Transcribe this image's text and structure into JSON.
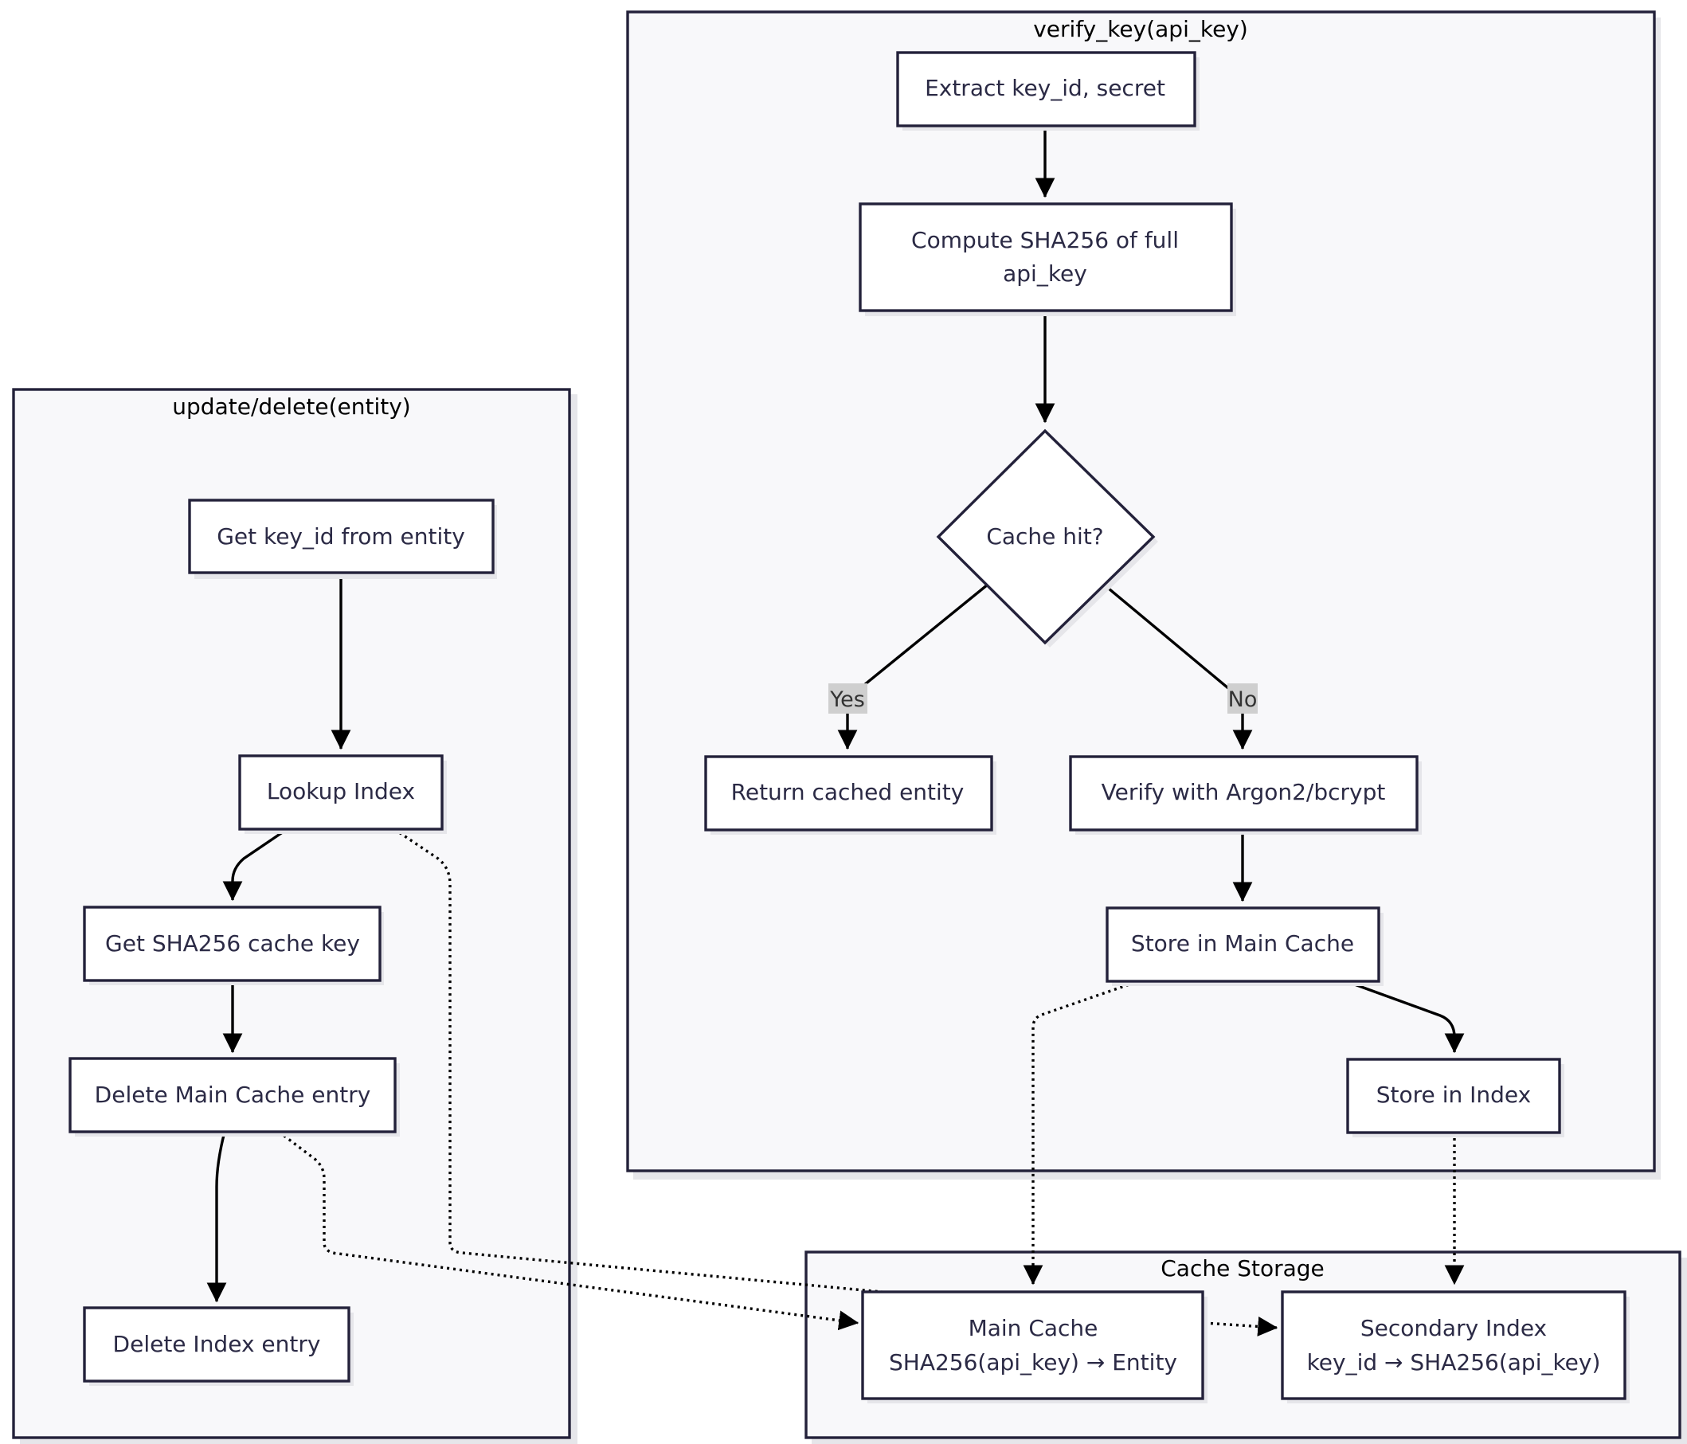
{
  "clusters": {
    "update_delete": "update/delete(entity)",
    "verify_key": "verify_key(api_key)",
    "cache_storage": "Cache Storage"
  },
  "nodes": {
    "get_key_id": "Get key_id from entity",
    "lookup_index": "Lookup Index",
    "get_sha_key": "Get SHA256 cache key",
    "delete_main": "Delete Main Cache entry",
    "delete_index": "Delete Index entry",
    "extract": "Extract key_id, secret",
    "compute_1": "Compute SHA256 of full",
    "compute_2": "api_key",
    "cache_hit": "Cache hit?",
    "return_cached": "Return cached entity",
    "verify_argon": "Verify with Argon2/bcrypt",
    "store_main": "Store in Main Cache",
    "store_index": "Store in Index",
    "main_cache_1": "Main Cache",
    "main_cache_2": "SHA256(api_key) → Entity",
    "secondary_1": "Secondary Index",
    "secondary_2": "key_id → SHA256(api_key)"
  },
  "edge_labels": {
    "yes": "Yes",
    "no": "No"
  }
}
